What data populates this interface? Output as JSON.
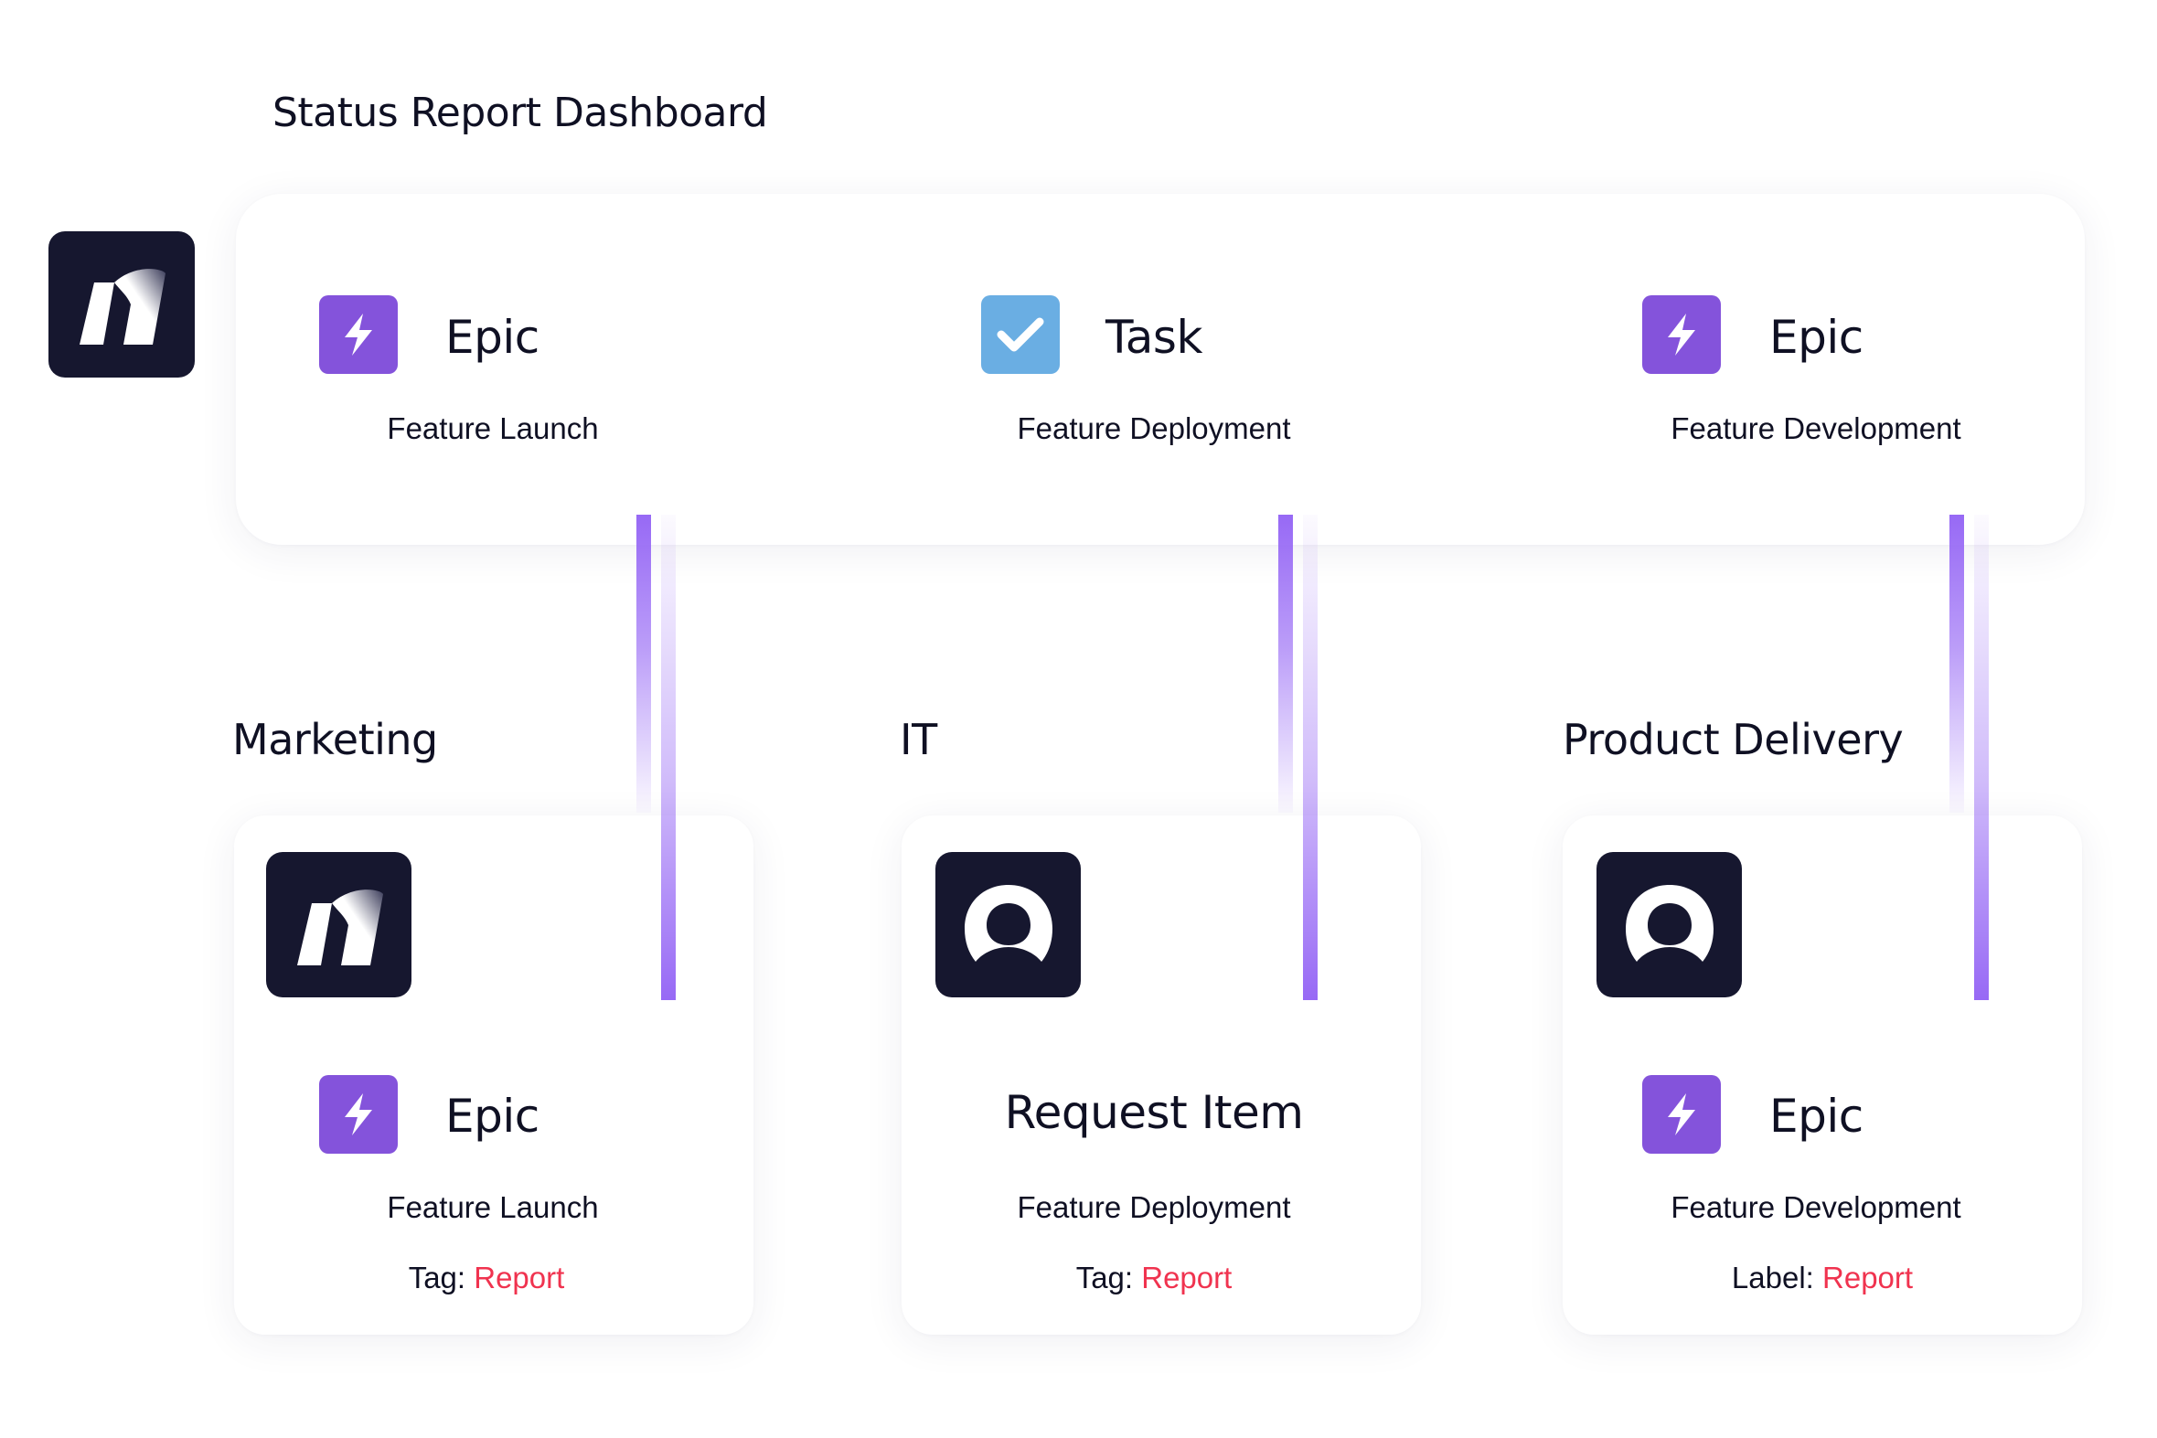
{
  "dashboard": {
    "title": "Status Report Dashboard",
    "logo_icon": "brand-logo-icon",
    "items": [
      {
        "type": "Epic",
        "icon": "bolt-icon",
        "color": "#8453db",
        "name": "Feature Launch"
      },
      {
        "type": "Task",
        "icon": "checkmark-icon",
        "color": "#6aaee3",
        "name": "Feature Deployment"
      },
      {
        "type": "Epic",
        "icon": "bolt-icon",
        "color": "#8453db",
        "name": "Feature Development"
      }
    ]
  },
  "connector_color": "#9769f5",
  "teams": [
    {
      "name": "Marketing",
      "app_icon": "brand-logo-icon",
      "type": "Epic",
      "type_icon": "bolt-icon",
      "item": "Feature Launch",
      "meta_key": "Tag:",
      "meta_value": "Report"
    },
    {
      "name": "IT",
      "app_icon": "service-desk-icon",
      "type": "Request Item",
      "item": "Feature Deployment",
      "meta_key": "Tag:",
      "meta_value": "Report"
    },
    {
      "name": "Product Delivery",
      "app_icon": "service-desk-icon",
      "type": "Epic",
      "type_icon": "bolt-icon",
      "item": "Feature Development",
      "meta_key": "Label:",
      "meta_value": "Report"
    }
  ],
  "accent_red": "#f0334f"
}
